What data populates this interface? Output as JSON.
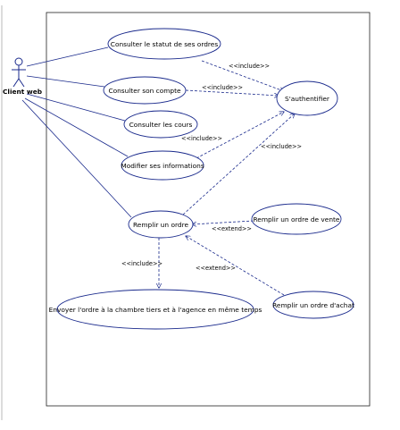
{
  "actor": {
    "name": "Client web"
  },
  "use_cases": {
    "consulter_statut": "Consulter le statut de ses ordres",
    "consulter_compte": "Consulter son compte",
    "consulter_cours": "Consulter les cours",
    "modifier_infos": "Modifier ses informations",
    "authentifier": "S'authentifier",
    "remplir_ordre": "Remplir un ordre",
    "ordre_vente": "Remplir un ordre de vente",
    "ordre_achat": "Remplir un ordre d'achat",
    "envoyer_ordre": "Envoyer l'ordre à la chambre tiers et à l'agence en même temps"
  },
  "relations": {
    "include_statut": "<<include>>",
    "include_compte": "<<include>>",
    "include_modifier": "<<include>>",
    "include_remplir": "<<include>>",
    "extend_vente": "<<extend>>",
    "include_envoyer": "<<include>>",
    "extend_achat": "<<extend>>"
  }
}
